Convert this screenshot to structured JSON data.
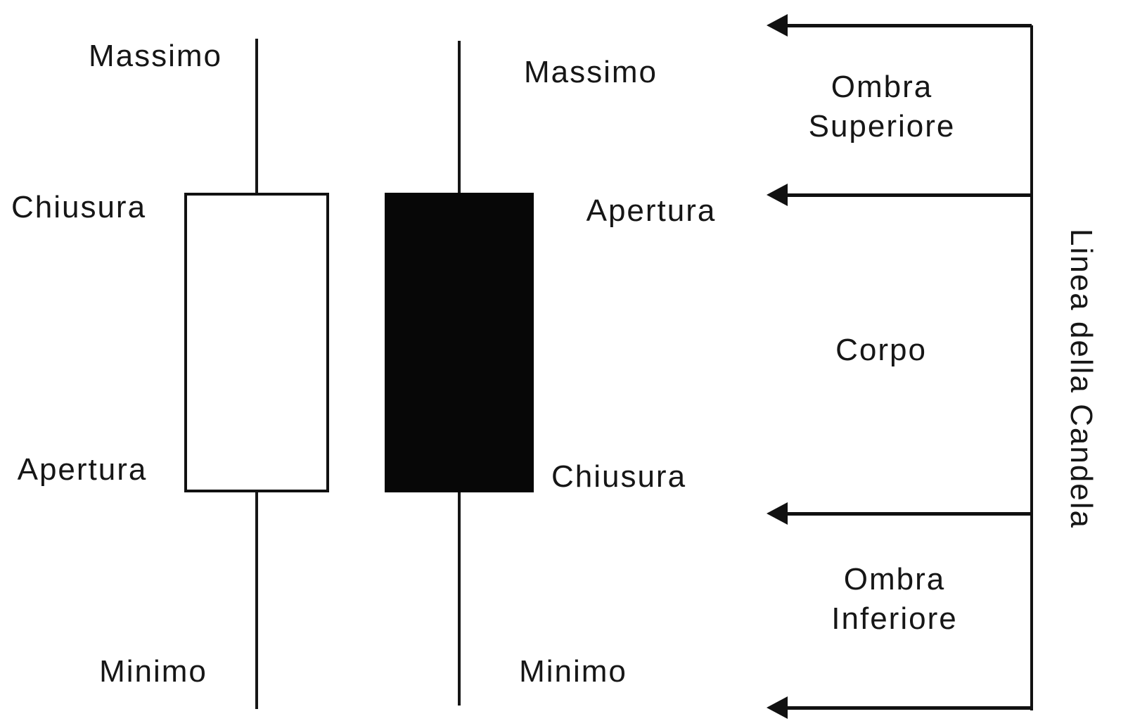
{
  "diagram": {
    "title_semantic": "candlestick anatomy diagram",
    "background_color": "#ffffff",
    "ink_color": "#111111"
  },
  "white_candle": {
    "type": "bullish",
    "fill_color": "#ffffff",
    "labels": {
      "high": "Massimo",
      "close": "Chiusura",
      "open": "Apertura",
      "low": "Minimo"
    }
  },
  "black_candle": {
    "type": "bearish",
    "fill_color": "#070707",
    "labels": {
      "high": "Massimo",
      "open": "Apertura",
      "close": "Chiusura",
      "low": "Minimo"
    }
  },
  "annotations": {
    "upper_shadow": {
      "line1": "Ombra",
      "line2": "Superiore"
    },
    "body": "Corpo",
    "lower_shadow": {
      "line1": "Ombra",
      "line2": "Inferiore"
    },
    "candle_line": "Linea della Candela"
  }
}
